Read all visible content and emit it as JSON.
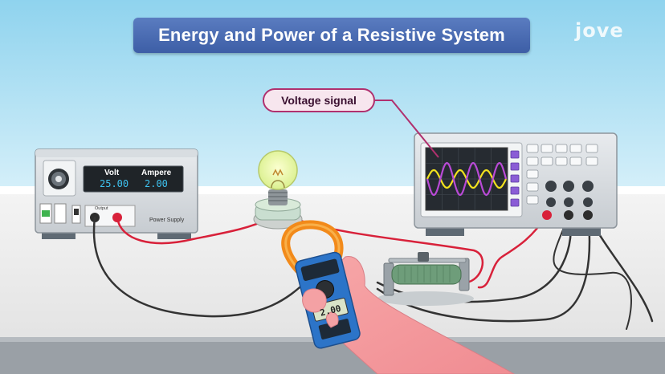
{
  "title": "Energy and Power of a Resistive System",
  "logo": "jove",
  "callout": {
    "label": "Voltage signal"
  },
  "power_supply": {
    "volt_label": "Volt",
    "volt_value": "25.00",
    "ampere_label": "Ampere",
    "ampere_value": "2.00",
    "output_label": "Output",
    "name_label": "Power Supply"
  },
  "clamp_meter": {
    "reading": "2.00"
  },
  "colors": {
    "title_bg": "#4a6db4",
    "callout_border": "#b0306e",
    "wire_red": "#d8213a",
    "wire_black": "#333333",
    "signal_yellow": "#f2e21e",
    "signal_purple": "#b94ad6",
    "lcd_text": "#3ec2ef"
  }
}
